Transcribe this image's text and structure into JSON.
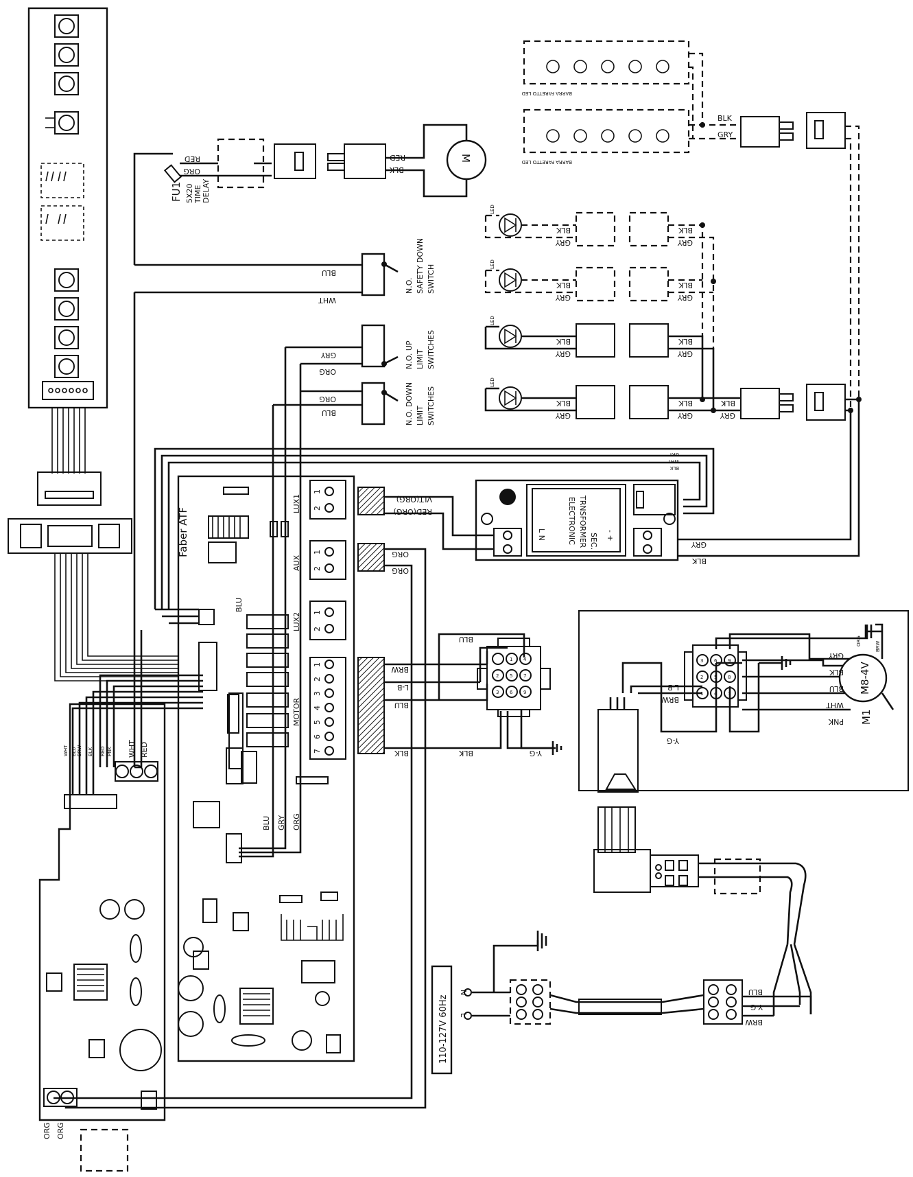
{
  "wire_colors": {
    "red": "RED",
    "org": "ORG",
    "blk": "BLK",
    "blu": "BLU",
    "wht": "WHT",
    "gry": "GRY",
    "brw": "BRW",
    "pnk": "PNK",
    "lb": "L-B",
    "yg": "Y-G",
    "vlt_org": "VLT(ORG)",
    "red_org": "RED(ORG)"
  },
  "fuse": {
    "id": "FU1",
    "spec1": "5X20",
    "spec2": "TIME",
    "spec3": "DELAY"
  },
  "motor_symbol": "M",
  "switches": {
    "safety": {
      "l1": "N.O.",
      "l2": "SAFETY DOWN",
      "l3": "SWITCH"
    },
    "up": {
      "l1": "N.O. UP",
      "l2": "LIMIT",
      "l3": "SWITCHES"
    },
    "down": {
      "l1": "N.O. DOWN",
      "l2": "LIMIT",
      "l3": "SWITCHES"
    }
  },
  "led_bar_label": "BARRA FARETTO LED",
  "led_label": "LED",
  "board": {
    "title": "Faber ATF",
    "lux1": "LUX1",
    "aux": "AUX",
    "lux2": "LUX2",
    "motor": "MOTOR"
  },
  "transformer": {
    "l1": "ELECTRONIC",
    "l2": "TRNSFORMER",
    "l3": "SEC.",
    "ln": "L    N",
    "pol": "-  +"
  },
  "main_motor": {
    "id": "M1",
    "model": "M8-4V"
  },
  "supply": {
    "label": "110-127V 60Hz",
    "n": "N",
    "l": "L"
  },
  "pins": {
    "p1": "1",
    "p2": "2",
    "p3": "3",
    "p4": "4",
    "p5": "5",
    "p6": "6",
    "p7": "7",
    "p8": "8",
    "p9": "9"
  }
}
